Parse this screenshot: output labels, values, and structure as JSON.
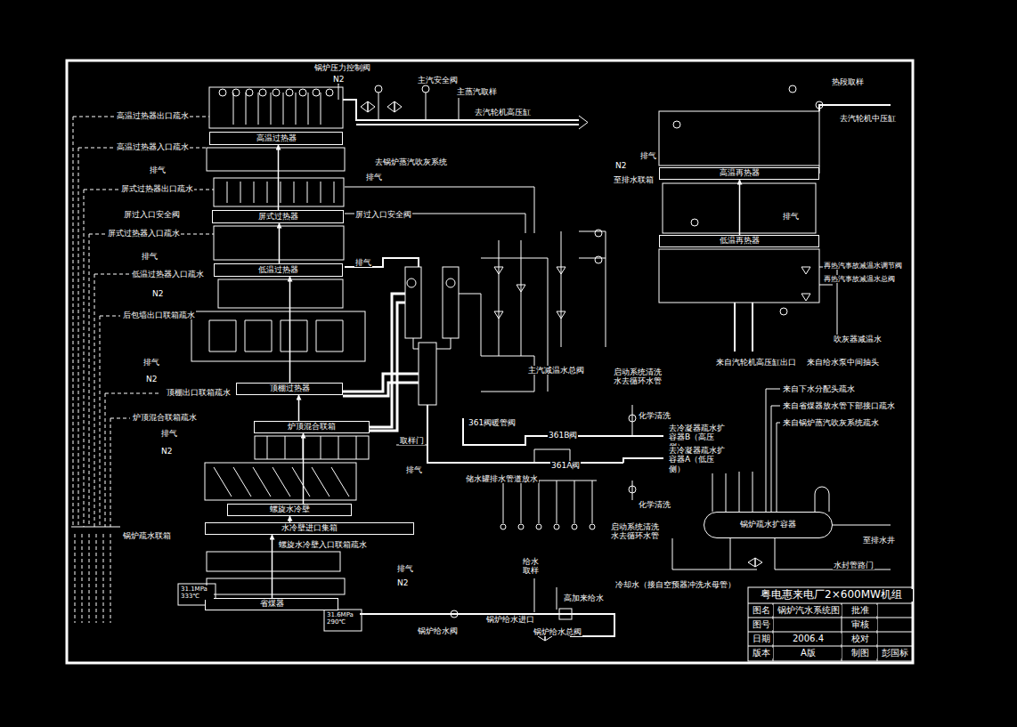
{
  "diagram": {
    "nodes": [
      {
        "text": [
          "高温过热器"
        ]
      },
      {
        "text": [
          "屏式过热器"
        ]
      },
      {
        "text": [
          "低温过热器"
        ]
      },
      {
        "text": [
          "顶棚过热器"
        ]
      },
      {
        "text": [
          "炉顶混合联箱"
        ]
      },
      {
        "text": [
          "螺旋水冷壁"
        ]
      },
      {
        "text": [
          "水冷壁进口集箱"
        ]
      },
      {
        "text": [
          "省煤器"
        ]
      },
      {
        "text": [
          "高温再热器"
        ]
      },
      {
        "text": [
          "低温再热器"
        ]
      },
      {
        "text": [
          "锅炉疏水扩容器"
        ]
      }
    ],
    "edges": [
      {
        "from": 7,
        "to": 6,
        "arrow": "to"
      },
      {
        "from": 6,
        "to": 5,
        "arrow": "to"
      },
      {
        "from": 5,
        "to": 4,
        "arrow": "to"
      },
      {
        "from": 4,
        "to": 3,
        "arrow": "to"
      },
      {
        "from": 3,
        "to": 2,
        "arrow": "to"
      },
      {
        "from": 2,
        "to": 1,
        "arrow": "to"
      },
      {
        "from": 1,
        "to": 0,
        "arrow": "to"
      },
      {
        "from": 9,
        "to": 8,
        "arrow": "to"
      }
    ],
    "labels": [
      "锅炉压力控制阀",
      "N2",
      "主汽安全阀",
      "主蒸汽取样",
      "去汽轮机高压缸",
      "高温过热器出口疏水",
      "高温过热器入口疏水",
      "去锅炉蒸汽吹灰系统",
      "排气",
      "排气",
      "屏式过热器出口疏水",
      "屏过入口安全阀",
      "屏过入口安全阀",
      "屏式过热器入口疏水",
      "排气",
      "排气",
      "低温过热器入口疏水",
      "N2",
      "后包墙出口联箱疏水",
      "排气",
      "N2",
      "顶棚出口联箱疏水",
      "炉顶混合联箱疏水",
      "排气",
      "N2",
      "排气",
      "螺旋水冷壁入口联箱疏水",
      "排气",
      "N2",
      "锅炉疏水联箱",
      "31.1MPa 333℃",
      "31.6MPa 290℃",
      "给水取样",
      "高加来给水",
      "锅炉给水进口",
      "锅炉给水阀",
      "锅炉给水总阀",
      "主汽减温水总阀",
      "取样门",
      "361阀暖管阀",
      "361B阀",
      "361A阀",
      "储水罐排水管道放水",
      "化学清洗",
      "化学清洗",
      "去冷凝器疏水扩容器B（高压侧）",
      "去冷凝器疏水扩容器A（低压侧）",
      "启动系统清洗水去循环水管",
      "启动系统清洗水去循环水管",
      "来自下水分配头疏水",
      "来自省煤器放水管下部接口疏水",
      "来自锅炉蒸汽吹灰系统疏水",
      "至排水井",
      "水封管路门",
      "冷却水（接自空预器冲洗水母管）",
      "热段取样",
      "去汽轮机中压缸",
      "排气",
      "N2",
      "至排水联箱",
      "排气",
      "再热汽事故减温水调节阀",
      "再热汽事故减温水总阀",
      "来自汽轮机高压缸出口",
      "来自给水泵中间抽头",
      "吹灰器减温水",
      "粤电惠来电厂2×600MW机组",
      "图名",
      "锅炉汽水系统图",
      "批准",
      "图号",
      "审核",
      "日期",
      "2006.4",
      "校对",
      "版本",
      "A版",
      "制图",
      "彭国标"
    ]
  }
}
